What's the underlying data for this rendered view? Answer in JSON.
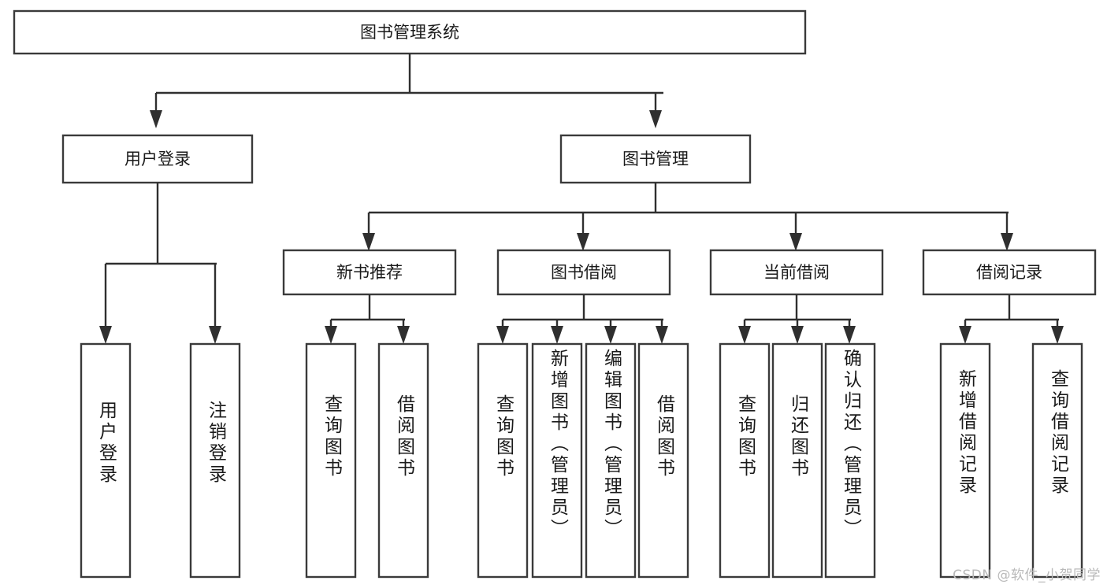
{
  "diagram": {
    "title": "图书管理系统",
    "type": "tree-hierarchy",
    "watermark": "CSDN @软件_小贺同学",
    "root": {
      "id": "root",
      "label": "图书管理系统"
    },
    "level1": [
      {
        "id": "user-login",
        "label": "用户登录"
      },
      {
        "id": "book-management",
        "label": "图书管理"
      }
    ],
    "level2": [
      {
        "id": "new-book-recommend",
        "label": "新书推荐",
        "parent": "book-management"
      },
      {
        "id": "book-borrow",
        "label": "图书借阅",
        "parent": "book-management"
      },
      {
        "id": "current-borrow",
        "label": "当前借阅",
        "parent": "book-management"
      },
      {
        "id": "borrow-record",
        "label": "借阅记录",
        "parent": "book-management"
      }
    ],
    "leaves": [
      {
        "id": "leaf-user-login",
        "label": "用户登录",
        "parent": "user-login"
      },
      {
        "id": "leaf-logout",
        "label": "注销登录",
        "parent": "user-login"
      },
      {
        "id": "leaf-query-book-1",
        "label": "查询图书",
        "parent": "new-book-recommend"
      },
      {
        "id": "leaf-borrow-book-1",
        "label": "借阅图书",
        "parent": "new-book-recommend"
      },
      {
        "id": "leaf-query-book-2",
        "label": "查询图书",
        "parent": "book-borrow"
      },
      {
        "id": "leaf-add-book",
        "label": "新增图书（管理员）",
        "parent": "book-borrow"
      },
      {
        "id": "leaf-edit-book",
        "label": "编辑图书（管理员）",
        "parent": "book-borrow"
      },
      {
        "id": "leaf-borrow-book-2",
        "label": "借阅图书",
        "parent": "book-borrow"
      },
      {
        "id": "leaf-query-book-3",
        "label": "查询图书",
        "parent": "current-borrow"
      },
      {
        "id": "leaf-return-book",
        "label": "归还图书",
        "parent": "current-borrow"
      },
      {
        "id": "leaf-confirm-return",
        "label": "确认归还（管理员）",
        "parent": "current-borrow"
      },
      {
        "id": "leaf-add-record",
        "label": "新增借阅记录",
        "parent": "borrow-record"
      },
      {
        "id": "leaf-query-record",
        "label": "查询借阅记录",
        "parent": "borrow-record"
      }
    ],
    "colors": {
      "background": "#ffffff",
      "box_fill": "#ffffff",
      "box_stroke": "#3a3a3a",
      "connector": "#2f2f2f",
      "text": "#1a1a1a",
      "watermark": "#b9b9b9"
    }
  }
}
